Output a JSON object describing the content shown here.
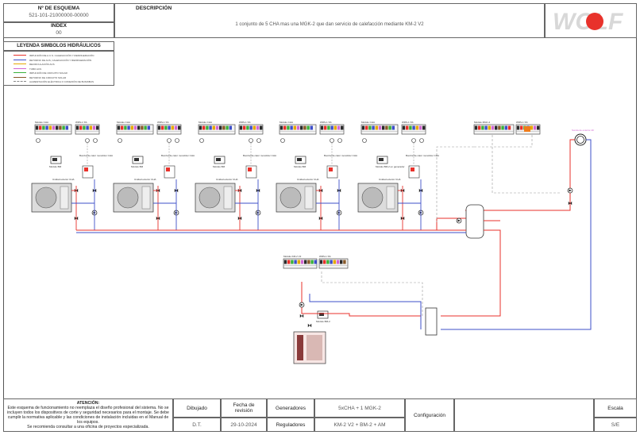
{
  "header": {
    "scheme_label": "Nº DE ESQUEMA",
    "scheme_value": "521-101-21000000-00000",
    "index_label": "INDEX",
    "index_value": "00",
    "description_label": "DESCRIPCIÓN",
    "description_value": "1 conjunto de 5 CHA mas una MGK-2 que dan servicio de calefacción mediante KM-2 V2",
    "legend_title": "LEYENDA SIMBOLOS HIDRÁULICOS",
    "logo_text": "WOLF"
  },
  "legend": {
    "items": [
      {
        "label": "IMPULSIÓN DE A.C.S. CALEFACCIÓN Y REFRIGERACIÓN",
        "color": "#e8322b",
        "dashed": false
      },
      {
        "label": "RETORNO DE ACS, CALEFACCIÓN Y REFRIGERACIÓN",
        "color": "#3d4fc9",
        "dashed": false
      },
      {
        "label": "RECIRCULACIÓN ACS",
        "color": "#e6a800",
        "dashed": false
      },
      {
        "label": "TUBO ACS",
        "color": "#d266d2",
        "dashed": false
      },
      {
        "label": "IMPULSIÓN DE CIRCUITO SOLAR",
        "color": "#3ab13a",
        "dashed": false
      },
      {
        "label": "RETORNO DE CIRCUITO SOLAR",
        "color": "#8a5a2a",
        "dashed": false
      },
      {
        "label": "ALIMENTACIÓN ELÉCTRICA O CONEXIÓN DE BUS/DBUS",
        "color": "#888888",
        "dashed": true
      }
    ]
  },
  "diagram": {
    "units": [
      {
        "controller": "Módulo CHA",
        "module": "WRS-1 SS",
        "pump_label": "Bomba de calor monobloc CHA",
        "room_unit": "Módulo BM",
        "unit_label": "Unidad exterior CHA"
      },
      {
        "controller": "Módulo CHA",
        "module": "WRS-1 SS",
        "pump_label": "Bomba de calor monobloc CHA",
        "room_unit": "Módulo BM",
        "unit_label": "Unidad exterior CHA"
      },
      {
        "controller": "Módulo CHA",
        "module": "WRS-1 SS",
        "pump_label": "Bomba de calor monobloc CHA",
        "room_unit": "Módulo BM",
        "unit_label": "Unidad exterior CHA"
      },
      {
        "controller": "Módulo CHA",
        "module": "WRS-1 SS",
        "pump_label": "Bomba de calor monobloc CHA",
        "room_unit": "Módulo BM",
        "unit_label": "Unidad exterior CHA"
      },
      {
        "controller": "Módulo CHA",
        "module": "WRS-1 SS",
        "pump_label": "Bomba de calor monobloc CHA",
        "room_unit": "Módulo BM-2 en generador",
        "unit_label": "Unidad exterior CHA"
      }
    ],
    "mgk": {
      "controller": "Módulo MGK-2",
      "module": "WRS-1 SS"
    },
    "km": {
      "controller": "Módulo KM-2 V2",
      "module": "WRS-1 SS"
    },
    "sensor_label": "Sonda de exterior AF",
    "heating_room_unit": "Módulo BM-2"
  },
  "title_block": {
    "notice_title": "ATENCIÓN:",
    "notice_text": "Este esquema de funcionamiento no reemplaza el diseño profesional del sistema. No se incluyen todos los dispositivos de corte y seguridad necesarios para el montaje. Se debe cumplir la normativa aplicable y las condiciones de instalación incluidas en el Manual de los equipos.",
    "notice_footer": "Se recomienda consultar a una oficina de proyectos especializada.",
    "drawn_label": "Dibujado",
    "drawn_value": "D.T.",
    "revision_label": "Fecha de revisión",
    "revision_value": "29-10-2024",
    "generators_label": "Generadores",
    "generators_value": "5xCHA + 1 MGK-2",
    "regulators_label": "Reguladores",
    "regulators_value": "KM-2 V2 + BM-2 + AM",
    "config_label": "Configuración",
    "scale_label": "Escala",
    "scale_value": "S/E"
  },
  "colors": {
    "supply": "#e8322b",
    "return": "#3d4fc9",
    "bus": "#999999",
    "logo_red": "#e8322b"
  }
}
